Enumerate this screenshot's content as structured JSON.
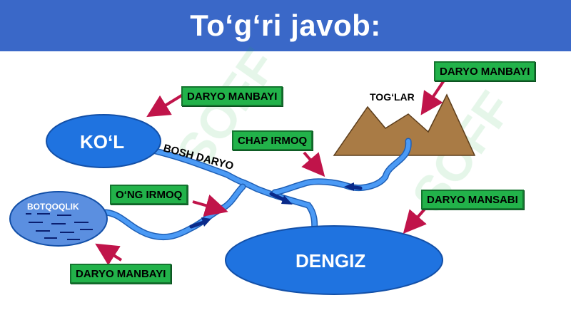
{
  "title": "To‘g‘ri javob:",
  "labels": {
    "kol": "KO‘L",
    "dengiz": "DENGIZ",
    "botqoqlik": "BOTQOQLIK",
    "toglar": "TOG‘LAR",
    "bosh_daryo": "BOSH DARYO"
  },
  "tags": {
    "manbayi_kol": "DARYO MANBAYI",
    "manbayi_tog": "DARYO MANBAYI",
    "manbayi_botqoq": "DARYO MANBAYI",
    "chap_irmoq": "CHAP IRMOQ",
    "ong_irmoq": "O‘NG IRMOQ",
    "mansabi": "DARYO MANSABI"
  },
  "watermark": "SOFF",
  "colors": {
    "header": "#3a68c8",
    "tag_bg": "#22b24a",
    "water": "#1f73e0",
    "river": "#3d8ef0",
    "arrow": "#c0144a",
    "mountain": "#a97b45"
  }
}
